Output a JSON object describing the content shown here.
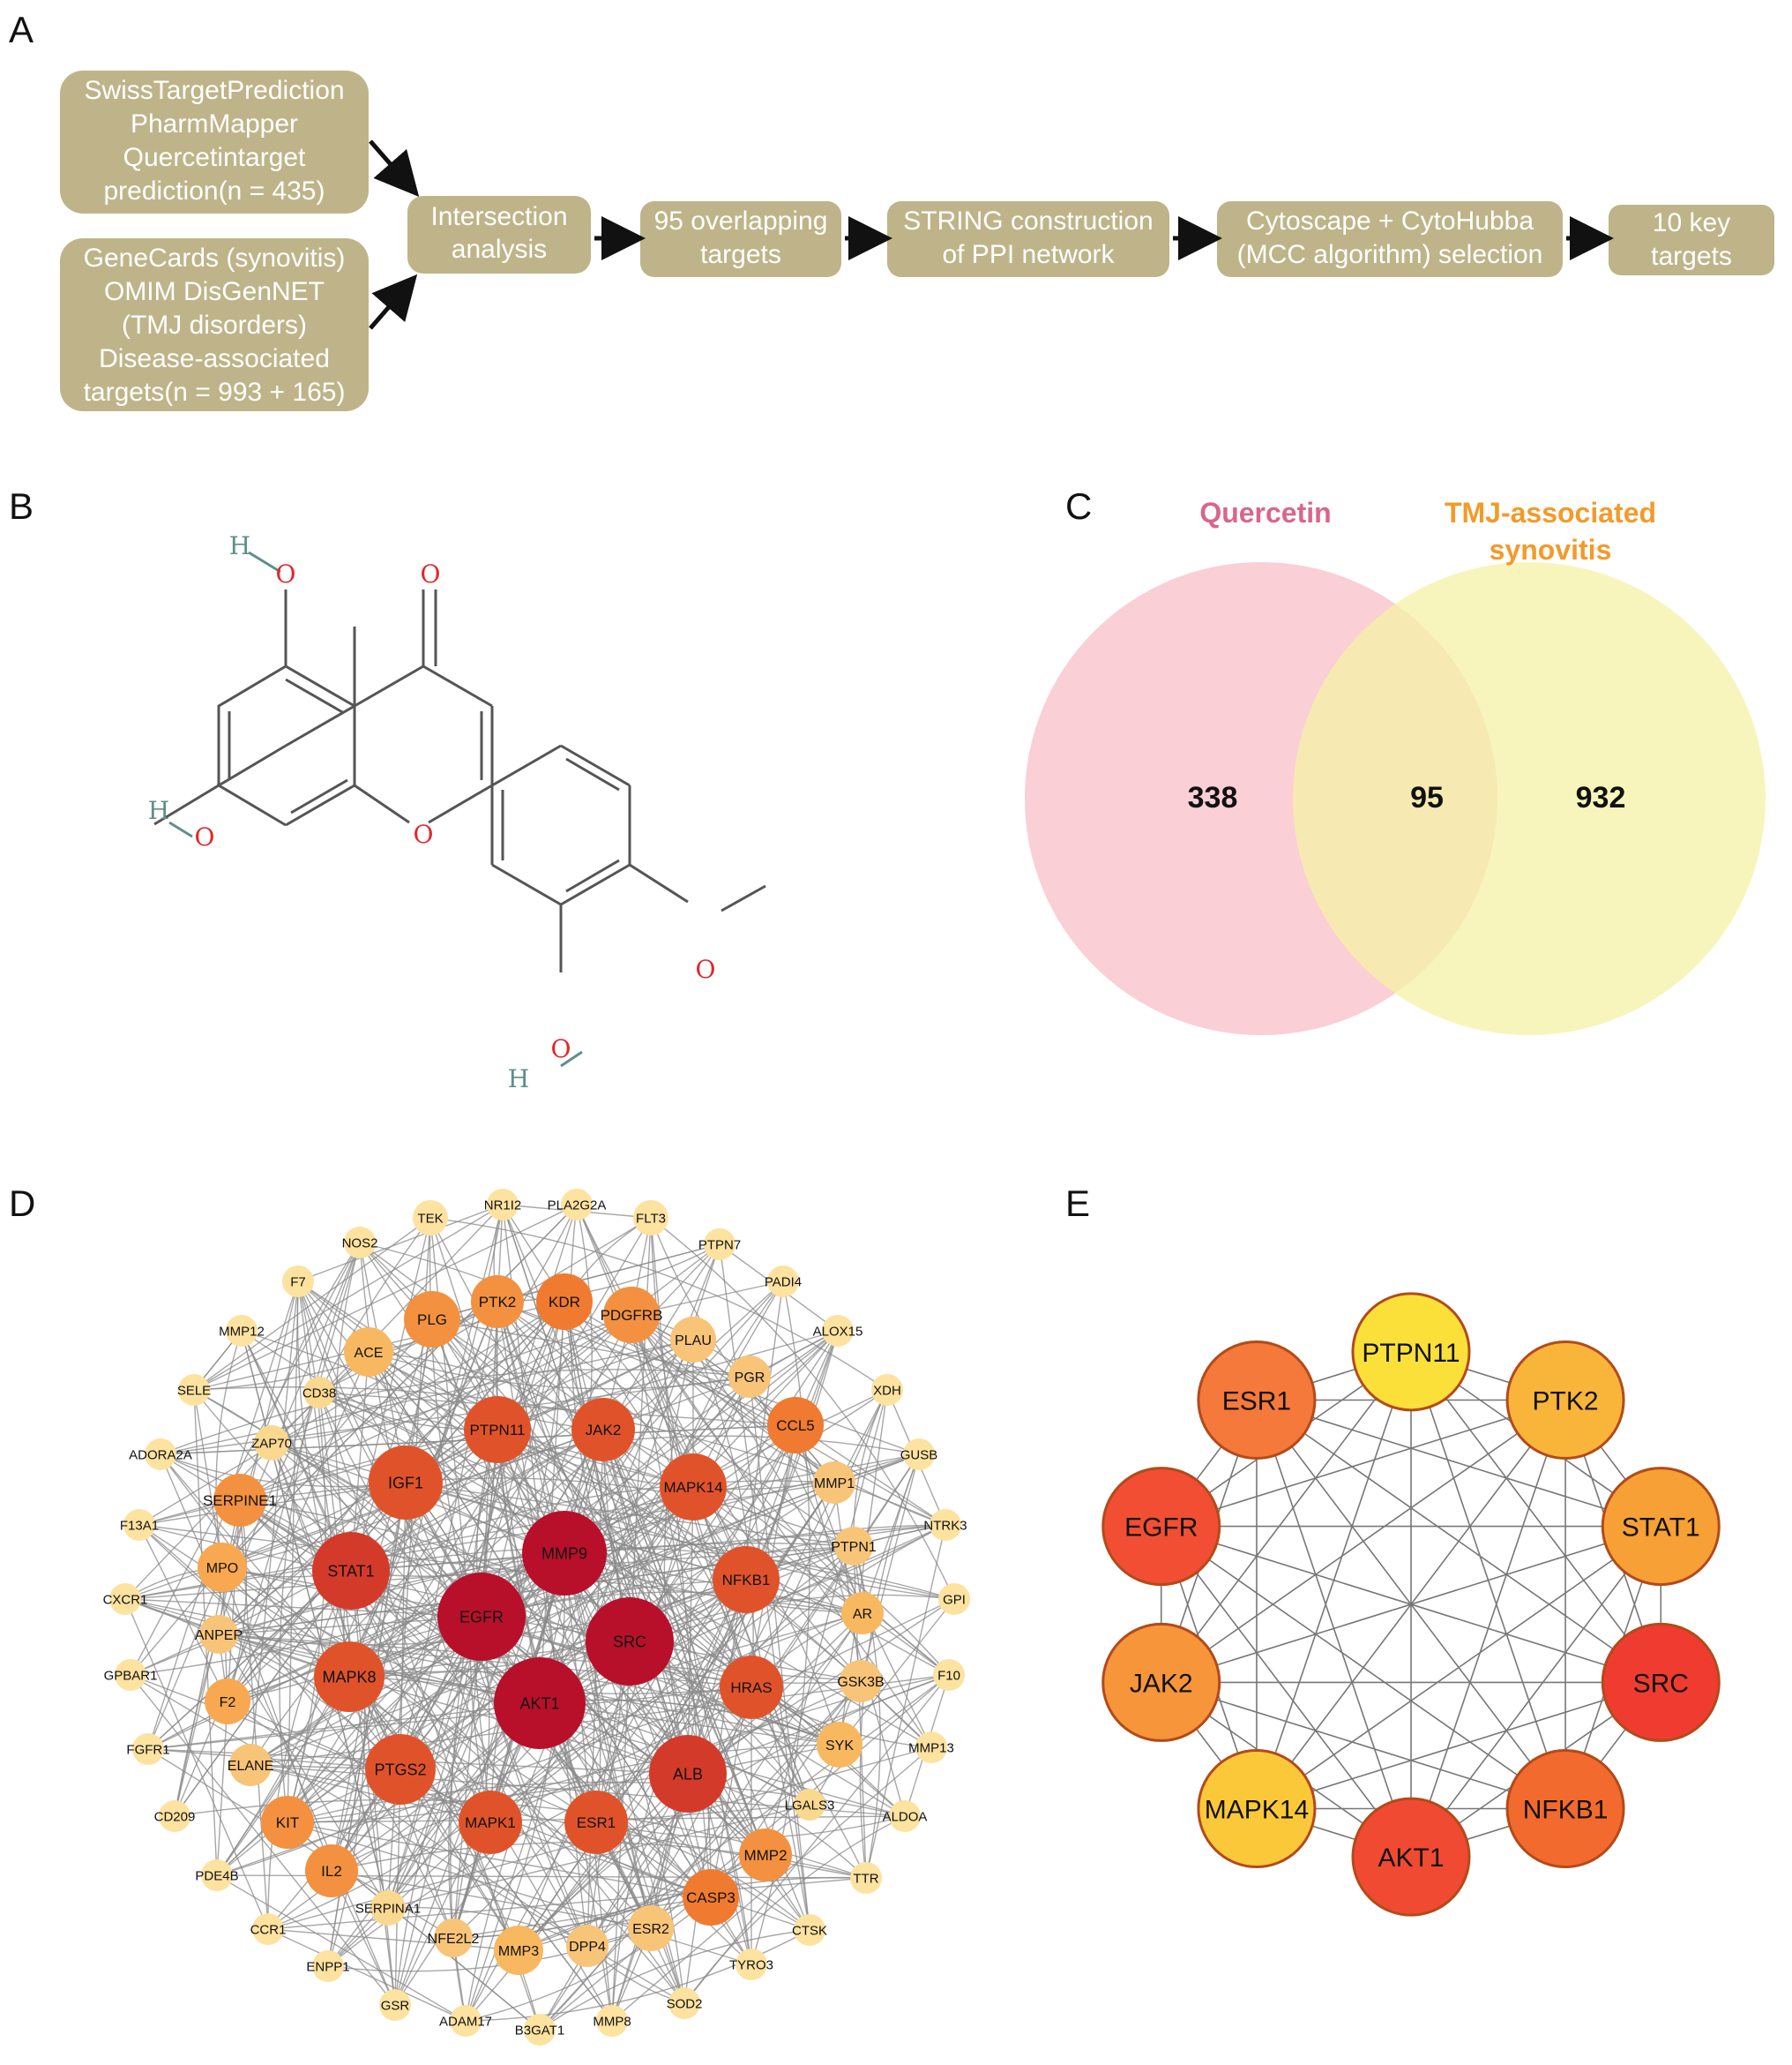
{
  "panels": {
    "a": "A",
    "b": "B",
    "c": "C",
    "d": "D",
    "e": "E"
  },
  "panel_a": {
    "colors": {
      "box": "#bfb489",
      "arrow": "#111111"
    },
    "box_source_1": [
      "SwissTargetPrediction",
      "PharmMapper",
      "Quercetintarget",
      "prediction(n = 435)"
    ],
    "box_source_2": [
      "GeneCards (synovitis)",
      "OMIM DisGenNET",
      "(TMJ disorders)",
      "Disease-associated",
      "targets(n = 993 + 165)"
    ],
    "box_intersection": [
      "Intersection",
      "analysis"
    ],
    "box_overlap": [
      "95 overlapping",
      "targets"
    ],
    "box_string": [
      "STRING construction",
      "of PPI network"
    ],
    "box_cytoscape": [
      "Cytoscape + CytoHubba",
      "(MCC algorithm) selection"
    ],
    "box_key": [
      "10 key",
      "targets"
    ]
  },
  "panel_b": {
    "atoms": {
      "o": "O",
      "h": "H"
    },
    "colors": {
      "bond": "#555555",
      "oxygen": "#e0262a",
      "hydrogen": "#5f8f8a"
    }
  },
  "panel_c": {
    "left_title": "Quercetin",
    "right_title_1": "TMJ-associated",
    "right_title_2": "synovitis",
    "left_only": "338",
    "overlap": "95",
    "right_only": "932",
    "colors": {
      "left_fill": "#f9c7cf",
      "right_fill": "#f6f2a6",
      "left_title": "#d9668a",
      "right_title": "#f39a2a"
    }
  },
  "panel_d": {
    "colors": {
      "edge": "#8a8a8a"
    },
    "nodes": [
      {
        "label": "EGFR",
        "color": "#b8102a"
      },
      {
        "label": "MMP9",
        "color": "#b8102a"
      },
      {
        "label": "SRC",
        "color": "#b8102a"
      },
      {
        "label": "AKT1",
        "color": "#b8102a"
      },
      {
        "label": "STAT1",
        "color": "#d43a2a"
      },
      {
        "label": "ALB",
        "color": "#d43a2a"
      },
      {
        "label": "PTPN11",
        "color": "#e0532a"
      },
      {
        "label": "JAK2",
        "color": "#e0532a"
      },
      {
        "label": "IGF1",
        "color": "#e0532a"
      },
      {
        "label": "MAPK14",
        "color": "#e0532a"
      },
      {
        "label": "NFKB1",
        "color": "#e0532a"
      },
      {
        "label": "HRAS",
        "color": "#e0532a"
      },
      {
        "label": "MAPK8",
        "color": "#e0532a"
      },
      {
        "label": "PTGS2",
        "color": "#e0532a"
      },
      {
        "label": "MAPK1",
        "color": "#e0532a"
      },
      {
        "label": "ESR1",
        "color": "#e0532a"
      },
      {
        "label": "CCL5",
        "color": "#ef7a30"
      },
      {
        "label": "PLG",
        "color": "#f39140"
      },
      {
        "label": "PTK2",
        "color": "#f39140"
      },
      {
        "label": "KDR",
        "color": "#ef7a30"
      },
      {
        "label": "PDGFRB",
        "color": "#f39140"
      },
      {
        "label": "SERPINE1",
        "color": "#f39140"
      },
      {
        "label": "CASP3",
        "color": "#ef7a30"
      },
      {
        "label": "MMP2",
        "color": "#f39140"
      },
      {
        "label": "IL2",
        "color": "#f39140"
      },
      {
        "label": "KIT",
        "color": "#f39140"
      },
      {
        "label": "MPO",
        "color": "#f8a850"
      },
      {
        "label": "F2",
        "color": "#f8a850"
      },
      {
        "label": "ACE",
        "color": "#f8b860"
      },
      {
        "label": "PLAU",
        "color": "#f8c478"
      },
      {
        "label": "PGR",
        "color": "#f8c478"
      },
      {
        "label": "MMP1",
        "color": "#f8c478"
      },
      {
        "label": "PTPN1",
        "color": "#f8c478"
      },
      {
        "label": "AR",
        "color": "#f8b860"
      },
      {
        "label": "GSK3B",
        "color": "#f8c478"
      },
      {
        "label": "SYK",
        "color": "#f8b860"
      },
      {
        "label": "ESR2",
        "color": "#f8c478"
      },
      {
        "label": "MMP3",
        "color": "#f8b860"
      },
      {
        "label": "DPP4",
        "color": "#f8c478"
      },
      {
        "label": "NFE2L2",
        "color": "#f8c478"
      },
      {
        "label": "ANPEP",
        "color": "#f8c478"
      },
      {
        "label": "ELANE",
        "color": "#f8c478"
      },
      {
        "label": "ZAP70",
        "color": "#fbd890"
      },
      {
        "label": "CD38",
        "color": "#fbd890"
      },
      {
        "label": "LGALS3",
        "color": "#fbd890"
      },
      {
        "label": "SERPINA1",
        "color": "#fbd890"
      },
      {
        "label": "TEK",
        "color": "#fde2a0"
      },
      {
        "label": "NR1I2",
        "color": "#fde2a0"
      },
      {
        "label": "PLA2G2A",
        "color": "#fde2a0"
      },
      {
        "label": "FLT3",
        "color": "#fde2a0"
      },
      {
        "label": "PTPN7",
        "color": "#fde2a0"
      },
      {
        "label": "NOS2",
        "color": "#fde2a0"
      },
      {
        "label": "PADI4",
        "color": "#fde2a0"
      },
      {
        "label": "F7",
        "color": "#fde2a0"
      },
      {
        "label": "ALOX15",
        "color": "#fde2a0"
      },
      {
        "label": "MMP12",
        "color": "#fde2a0"
      },
      {
        "label": "XDH",
        "color": "#fde2a0"
      },
      {
        "label": "SELE",
        "color": "#fde2a0"
      },
      {
        "label": "GUSB",
        "color": "#fde2a0"
      },
      {
        "label": "ADORA2A",
        "color": "#fde2a0"
      },
      {
        "label": "NTRK3",
        "color": "#fde2a0"
      },
      {
        "label": "F13A1",
        "color": "#fde2a0"
      },
      {
        "label": "GPI",
        "color": "#fde2a0"
      },
      {
        "label": "CXCR1",
        "color": "#fde2a0"
      },
      {
        "label": "F10",
        "color": "#fde2a0"
      },
      {
        "label": "GPBAR1",
        "color": "#fde2a0"
      },
      {
        "label": "MMP13",
        "color": "#fde2a0"
      },
      {
        "label": "FGFR1",
        "color": "#fde2a0"
      },
      {
        "label": "ALDOA",
        "color": "#fde2a0"
      },
      {
        "label": "CD209",
        "color": "#fde2a0"
      },
      {
        "label": "TTR",
        "color": "#fde2a0"
      },
      {
        "label": "PDE4B",
        "color": "#fde2a0"
      },
      {
        "label": "CTSK",
        "color": "#fde2a0"
      },
      {
        "label": "CCR1",
        "color": "#fde2a0"
      },
      {
        "label": "TYRO3",
        "color": "#fde2a0"
      },
      {
        "label": "ENPP1",
        "color": "#fde2a0"
      },
      {
        "label": "SOD2",
        "color": "#fde2a0"
      },
      {
        "label": "GSR",
        "color": "#fde2a0"
      },
      {
        "label": "MMP8",
        "color": "#fde2a0"
      },
      {
        "label": "ADAM17",
        "color": "#fde2a0"
      },
      {
        "label": "B3GAT1",
        "color": "#fde2a0"
      }
    ]
  },
  "panel_e": {
    "colors": {
      "edge": "#777777",
      "stroke": "#b34a1a"
    },
    "nodes": [
      {
        "label": "PTPN11",
        "color": "#fbe03a"
      },
      {
        "label": "PTK2",
        "color": "#f9b43a"
      },
      {
        "label": "STAT1",
        "color": "#f7a035"
      },
      {
        "label": "SRC",
        "color": "#f03c30"
      },
      {
        "label": "NFKB1",
        "color": "#f26a2e"
      },
      {
        "label": "AKT1",
        "color": "#f04a32"
      },
      {
        "label": "MAPK14",
        "color": "#fbc83a"
      },
      {
        "label": "JAK2",
        "color": "#f6953a"
      },
      {
        "label": "EGFR",
        "color": "#f24e33"
      },
      {
        "label": "ESR1",
        "color": "#f4793a"
      }
    ]
  }
}
